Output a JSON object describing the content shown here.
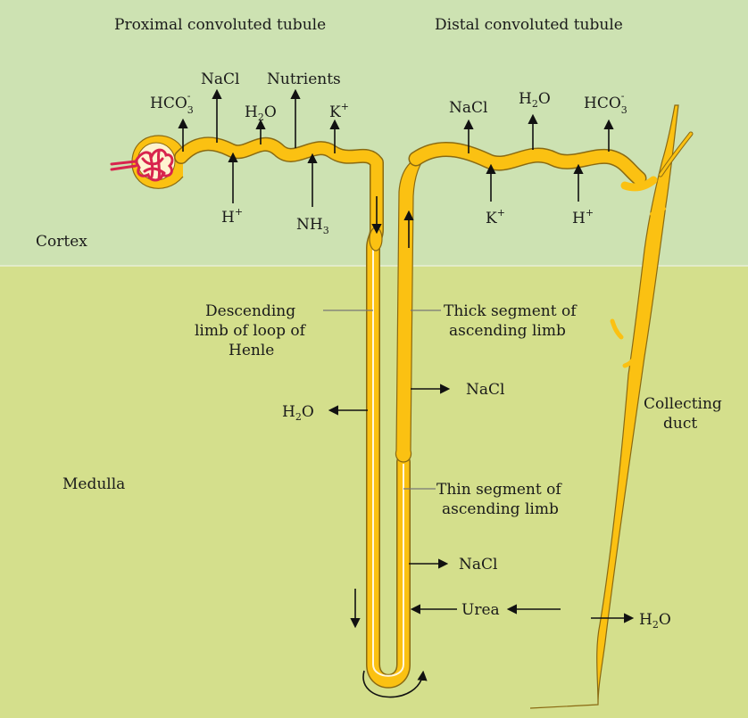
{
  "regions": {
    "cortex": "Cortex",
    "medulla": "Medulla"
  },
  "headers": {
    "pct": "Proximal convoluted tubule",
    "dct": "Distal convoluted tubule"
  },
  "labels": {
    "pct_hco3": "HCO",
    "pct_hco3_sub": "3",
    "pct_hco3_sup": "-",
    "pct_nacl": "NaCl",
    "pct_h2o_a": "H",
    "pct_h2o_sub": "2",
    "pct_h2o_b": "O",
    "pct_nutrients": "Nutrients",
    "pct_k": "K",
    "pct_k_sup": "+",
    "pct_h": "H",
    "pct_h_sup": "+",
    "pct_nh3": "NH",
    "pct_nh3_sub": "3",
    "dct_nacl": "NaCl",
    "dct_h2o_a": "H",
    "dct_h2o_sub": "2",
    "dct_h2o_b": "O",
    "dct_hco3": "HCO",
    "dct_hco3_sub": "3",
    "dct_hco3_sup": "-",
    "dct_k": "K",
    "dct_k_sup": "+",
    "dct_h": "H",
    "dct_h_sup": "+",
    "desc_l1": "Descending",
    "desc_l2": "limb of loop of",
    "desc_l3": "Henle",
    "thick_l1": "Thick segment of",
    "thick_l2": "ascending limb",
    "thin_l1": "Thin segment of",
    "thin_l2": "ascending limb",
    "collect_l1": "Collecting",
    "collect_l2": "duct",
    "h2o_desc_a": "H",
    "h2o_desc_sub": "2",
    "h2o_desc_b": "O",
    "nacl_thick": "NaCl",
    "nacl_thin": "NaCl",
    "urea": "Urea",
    "h2o_cd_a": "H",
    "h2o_cd_sub": "2",
    "h2o_cd_b": "O"
  },
  "colors": {
    "cortex_bg": "#cde2b2",
    "medulla_bg": "#d4df8c",
    "tubule_fill": "#fbc112",
    "glomerulus": "#d8244e"
  }
}
